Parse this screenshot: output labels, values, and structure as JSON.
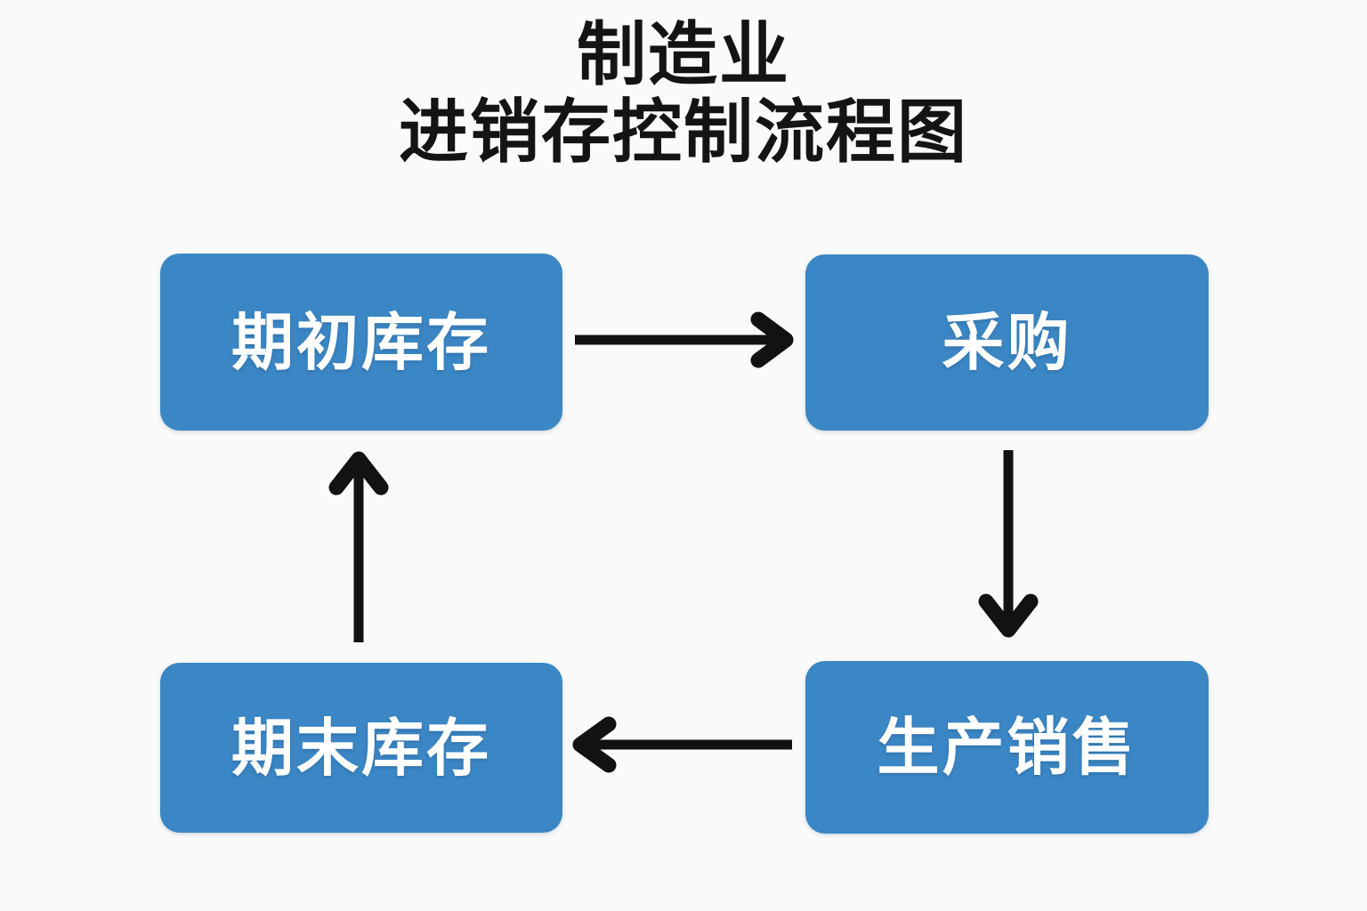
{
  "title": {
    "line1": "制造业",
    "line2": "进销存控制流程图"
  },
  "theme": {
    "background_color": "#fafafa",
    "node_fill_color": "#3b86c4",
    "node_text_color": "#ffffff",
    "arrow_color": "#121212",
    "title_color": "#141414"
  },
  "diagram": {
    "type": "flowchart-cycle",
    "nodes": [
      {
        "id": "beginning-inventory",
        "label": "期初库存",
        "position": "top-left"
      },
      {
        "id": "purchasing",
        "label": "采购",
        "position": "top-right"
      },
      {
        "id": "ending-inventory",
        "label": "期末库存",
        "position": "bottom-left"
      },
      {
        "id": "production-sales",
        "label": "生产销售",
        "position": "bottom-right"
      }
    ],
    "edges": [
      {
        "id": "edge-top",
        "from": "beginning-inventory",
        "to": "purchasing",
        "direction": "right"
      },
      {
        "id": "edge-right",
        "from": "purchasing",
        "to": "production-sales",
        "direction": "down"
      },
      {
        "id": "edge-bottom",
        "from": "production-sales",
        "to": "ending-inventory",
        "direction": "left"
      },
      {
        "id": "edge-left",
        "from": "ending-inventory",
        "to": "beginning-inventory",
        "direction": "up"
      }
    ]
  }
}
